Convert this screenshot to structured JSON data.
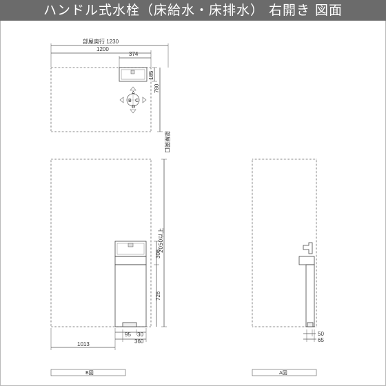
{
  "title": "ハンドル式水栓（床給水・床排水） 右開き 図面",
  "plan": {
    "depth_label": "部屋奥行 1230",
    "width_1200": "1200",
    "width_374": "374",
    "dim_185": "185",
    "dim_780": "780",
    "opening_label": "部屋開口",
    "view_letters": [
      "A",
      "B",
      "C",
      "D"
    ]
  },
  "front_view": {
    "height_total": "2050以上",
    "dim_306": "306",
    "dim_726": "726",
    "dim_95": "95",
    "dim_30": "30",
    "dim_360": "360",
    "dim_1013": "1013",
    "caption": "B図"
  },
  "side_view": {
    "dim_50": "50",
    "dim_65": "65",
    "caption": "A図"
  }
}
